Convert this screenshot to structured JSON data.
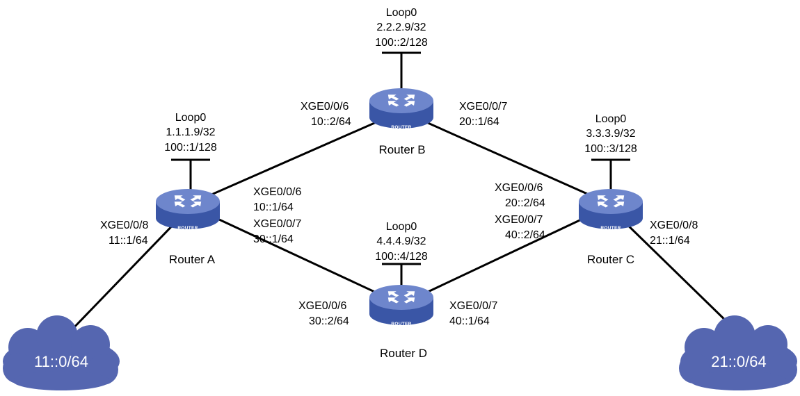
{
  "colors": {
    "router_body": "#3a56a6",
    "router_top": "#6e86cc",
    "cloud": "#5566b0",
    "link": "#000000"
  },
  "routers": {
    "a": {
      "name": "Router A",
      "badge": "ROUTER",
      "icon": "router-icon",
      "loopback": {
        "name": "Loop0",
        "ipv4": "1.1.1.9/32",
        "ipv6": "100::1/128"
      }
    },
    "b": {
      "name": "Router B",
      "badge": "ROUTER",
      "icon": "router-icon",
      "loopback": {
        "name": "Loop0",
        "ipv4": "2.2.2.9/32",
        "ipv6": "100::2/128"
      }
    },
    "c": {
      "name": "Router C",
      "badge": "ROUTER",
      "icon": "router-icon",
      "loopback": {
        "name": "Loop0",
        "ipv4": "3.3.3.9/32",
        "ipv6": "100::3/128"
      }
    },
    "d": {
      "name": "Router D",
      "badge": "ROUTER",
      "icon": "router-icon",
      "loopback": {
        "name": "Loop0",
        "ipv4": "4.4.4.9/32",
        "ipv6": "100::4/128"
      }
    }
  },
  "interfaces": {
    "a_to_b": {
      "name": "XGE0/0/6",
      "addr": "10::1/64"
    },
    "a_to_d": {
      "name": "XGE0/0/7",
      "addr": "30::1/64"
    },
    "a_to_net": {
      "name": "XGE0/0/8",
      "addr": "11::1/64"
    },
    "b_to_a": {
      "name": "XGE0/0/6",
      "addr": "10::2/64"
    },
    "b_to_c": {
      "name": "XGE0/0/7",
      "addr": "20::1/64"
    },
    "c_to_b": {
      "name": "XGE0/0/6",
      "addr": "20::2/64"
    },
    "c_to_d": {
      "name": "XGE0/0/7",
      "addr": "40::2/64"
    },
    "c_to_net": {
      "name": "XGE0/0/8",
      "addr": "21::1/64"
    },
    "d_to_a": {
      "name": "XGE0/0/6",
      "addr": "30::2/64"
    },
    "d_to_c": {
      "name": "XGE0/0/7",
      "addr": "40::1/64"
    }
  },
  "networks": {
    "left": {
      "prefix": "11::0/64",
      "icon": "cloud-icon"
    },
    "right": {
      "prefix": "21::0/64",
      "icon": "cloud-icon"
    }
  }
}
